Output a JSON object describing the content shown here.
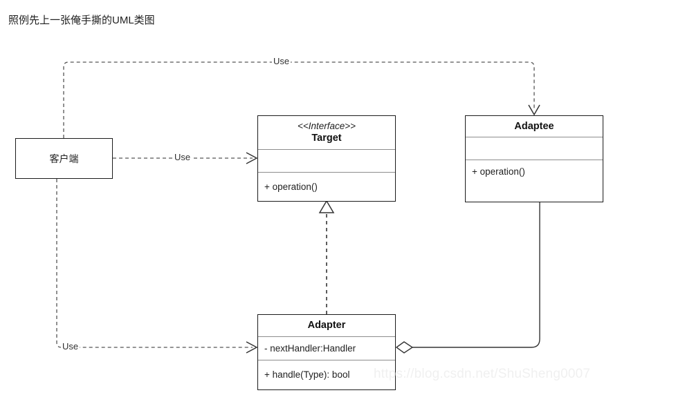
{
  "page": {
    "title": "照例先上一张俺手撕的UML类图",
    "background_color": "#ffffff",
    "watermark": "https://blog.csdn.net/ShuSheng0007"
  },
  "diagram": {
    "type": "uml-class-diagram",
    "pattern": "Adapter",
    "line_color": "#1a1a1a",
    "divider_color": "#8c8c8c",
    "classes": [
      {
        "id": "client",
        "name": "客户端",
        "kind": "plain-box",
        "stereotype": "",
        "attributes": [],
        "operations": []
      },
      {
        "id": "target",
        "name": "Target",
        "kind": "interface",
        "stereotype": "<<Interface>>",
        "attributes": [
          ""
        ],
        "operations": [
          "+ operation()"
        ]
      },
      {
        "id": "adaptee",
        "name": "Adaptee",
        "kind": "class",
        "stereotype": "",
        "attributes": [
          ""
        ],
        "operations": [
          "+ operation()"
        ]
      },
      {
        "id": "adapter",
        "name": "Adapter",
        "kind": "class",
        "stereotype": "",
        "attributes": [
          "- nextHandler:Handler"
        ],
        "operations": [
          "+ handle(Type): bool"
        ]
      }
    ],
    "relations": [
      {
        "id": "client-uses-target",
        "from": "client",
        "to": "target",
        "type": "dependency",
        "style": "dashed",
        "arrow": "open",
        "label": "Use"
      },
      {
        "id": "client-uses-adaptee",
        "from": "client",
        "to": "adaptee",
        "type": "dependency",
        "style": "dashed",
        "arrow": "open",
        "label": "Use"
      },
      {
        "id": "client-uses-adapter",
        "from": "client",
        "to": "adapter",
        "type": "dependency",
        "style": "dashed",
        "arrow": "open",
        "label": "Use"
      },
      {
        "id": "adapter-realizes-target",
        "from": "adapter",
        "to": "target",
        "type": "realization",
        "style": "dashed",
        "arrow": "hollow-triangle",
        "label": ""
      },
      {
        "id": "adapter-aggregates-adaptee",
        "from": "adapter",
        "to": "adaptee",
        "type": "aggregation",
        "style": "solid",
        "arrow": "hollow-diamond",
        "label": ""
      }
    ]
  }
}
